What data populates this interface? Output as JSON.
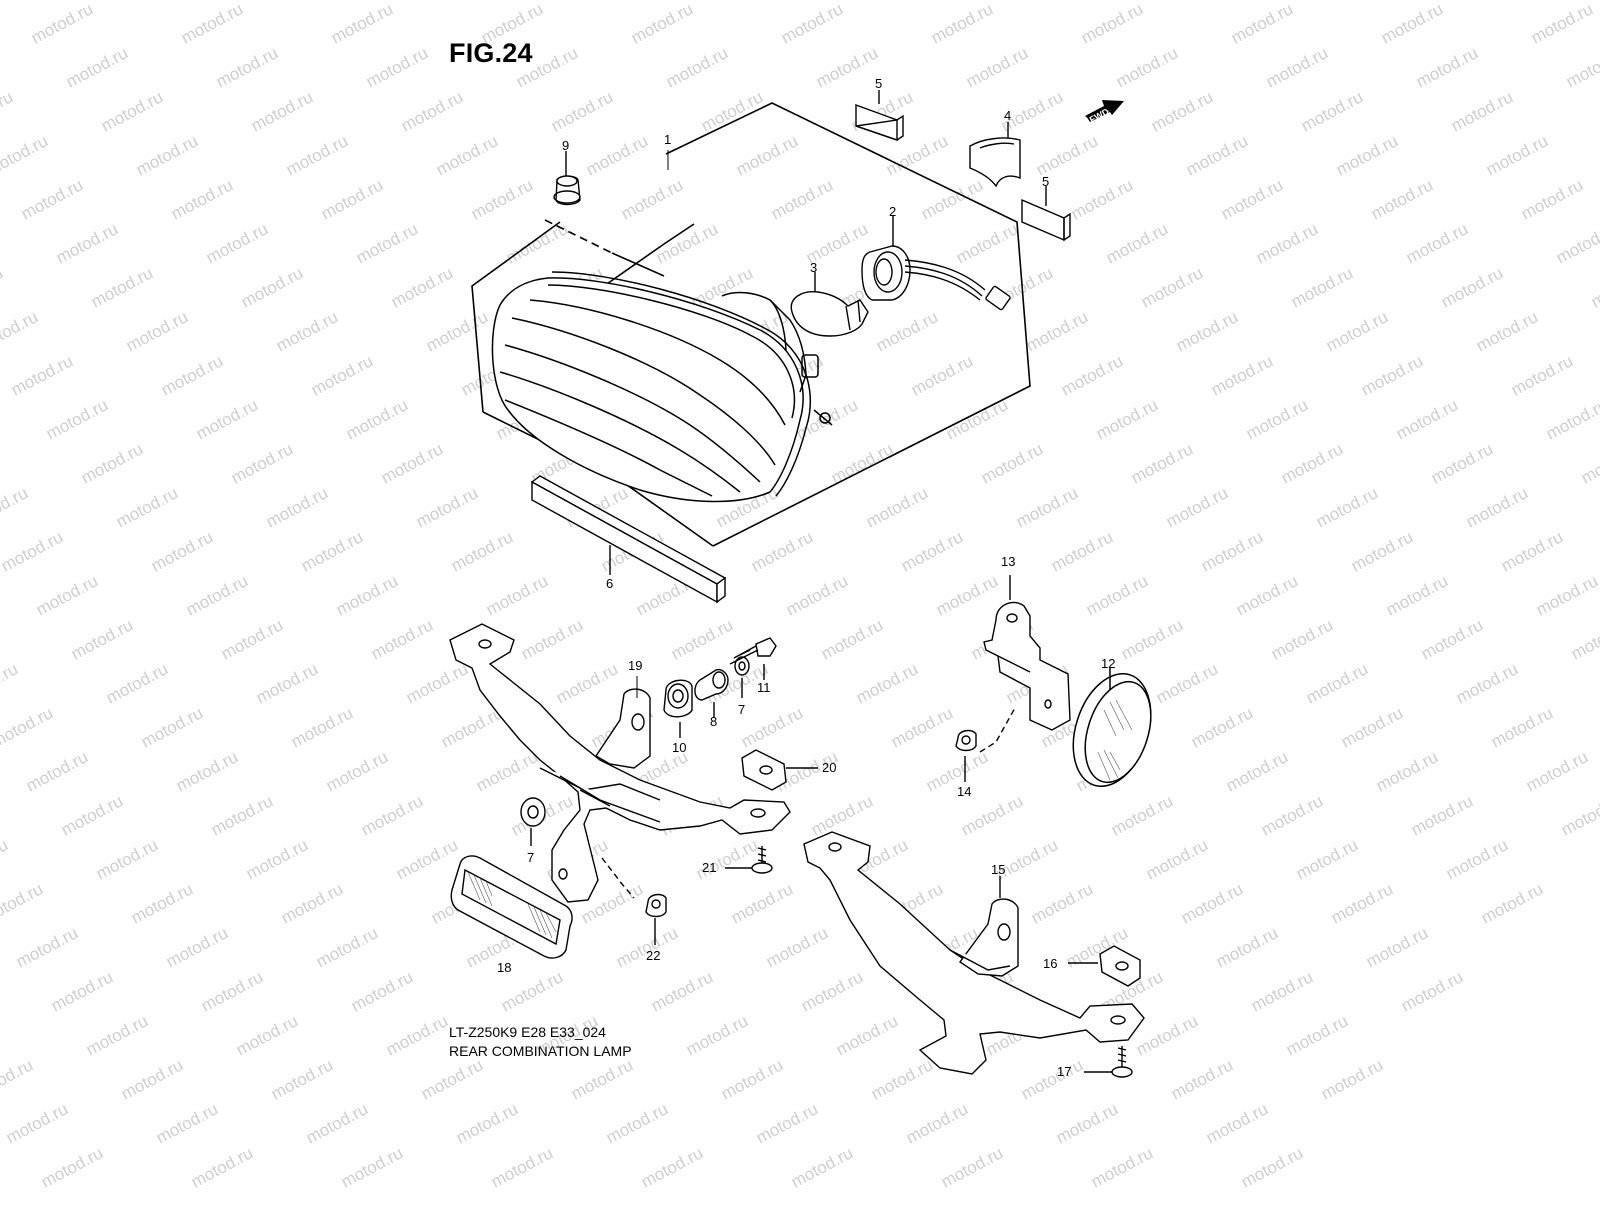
{
  "figure": {
    "title": "FIG.24",
    "code": "LT-Z250K9 E28 E33_024",
    "name": "REAR COMBINATION LAMP",
    "watermark": "motod.ru",
    "fwd_label": "FWD"
  },
  "callouts": [
    {
      "id": "c1",
      "text": "1"
    },
    {
      "id": "c2",
      "text": "2"
    },
    {
      "id": "c3",
      "text": "3"
    },
    {
      "id": "c4",
      "text": "4"
    },
    {
      "id": "c5a",
      "text": "5"
    },
    {
      "id": "c5b",
      "text": "5"
    },
    {
      "id": "c6",
      "text": "6"
    },
    {
      "id": "c7a",
      "text": "7"
    },
    {
      "id": "c7b",
      "text": "7"
    },
    {
      "id": "c8",
      "text": "8"
    },
    {
      "id": "c9",
      "text": "9"
    },
    {
      "id": "c10",
      "text": "10"
    },
    {
      "id": "c11",
      "text": "11"
    },
    {
      "id": "c12",
      "text": "12"
    },
    {
      "id": "c13",
      "text": "13"
    },
    {
      "id": "c14",
      "text": "14"
    },
    {
      "id": "c15",
      "text": "15"
    },
    {
      "id": "c16",
      "text": "16"
    },
    {
      "id": "c17",
      "text": "17"
    },
    {
      "id": "c18",
      "text": "18"
    },
    {
      "id": "c19",
      "text": "19"
    },
    {
      "id": "c20",
      "text": "20"
    },
    {
      "id": "c21",
      "text": "21"
    },
    {
      "id": "c22",
      "text": "22"
    }
  ]
}
